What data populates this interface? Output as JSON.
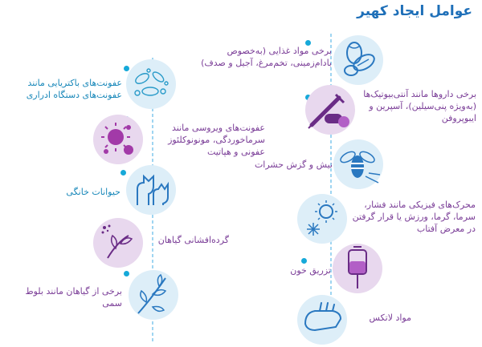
{
  "title": "عوامل ایجاد کهیر",
  "right_column": [
    {
      "label": "برخی مواد غذایی (به‌خصوص بادام‌زمینی، تخم‌مرغ، آجیل و صدف)",
      "icon": "food-icon",
      "color": "#7a3d97"
    },
    {
      "label": "برخی داروها مانند آنتی‌بیوتیک‌ها (به‌ویژه پنی‌سیلین)، آسپرین و ایبوپروفن",
      "icon": "medicine-icon",
      "color": "#7a3d97"
    },
    {
      "label": "نیش و گزش حشرات",
      "icon": "insect-icon",
      "color": "#7a3d97"
    },
    {
      "label": "محرک‌های فیزیکی مانند فشار، سرما، گرما، ورزش یا قرار گرفتن در معرض آفتاب",
      "icon": "sun-snow-icon",
      "color": "#7a3d97"
    },
    {
      "label": "تزریق خون",
      "icon": "blood-bag-icon",
      "color": "#7a3d97"
    },
    {
      "label": "مواد لاتکس",
      "icon": "latex-glove-icon",
      "color": "#7a3d97"
    }
  ],
  "left_column": [
    {
      "label": "عفونت‌های باکتریایی مانند عفونت‌های دستگاه ادراری",
      "icon": "bacteria-icon",
      "color": "#1787b9"
    },
    {
      "label": "عفونت‌های ویروسی مانند سرماخوردگی، مونونوکلئوز عفونی و هپاتیت",
      "icon": "virus-icon",
      "color": "#7a3d97"
    },
    {
      "label": "حیوانات خانگی",
      "icon": "pets-icon",
      "color": "#1787b9"
    },
    {
      "label": "گرده‌افشانی گیاهان",
      "icon": "pollen-icon",
      "color": "#7a3d97"
    },
    {
      "label": "برخی از گیاهان مانند بلوط سمی",
      "icon": "poison-oak-icon",
      "color": "#7a3d97"
    }
  ]
}
